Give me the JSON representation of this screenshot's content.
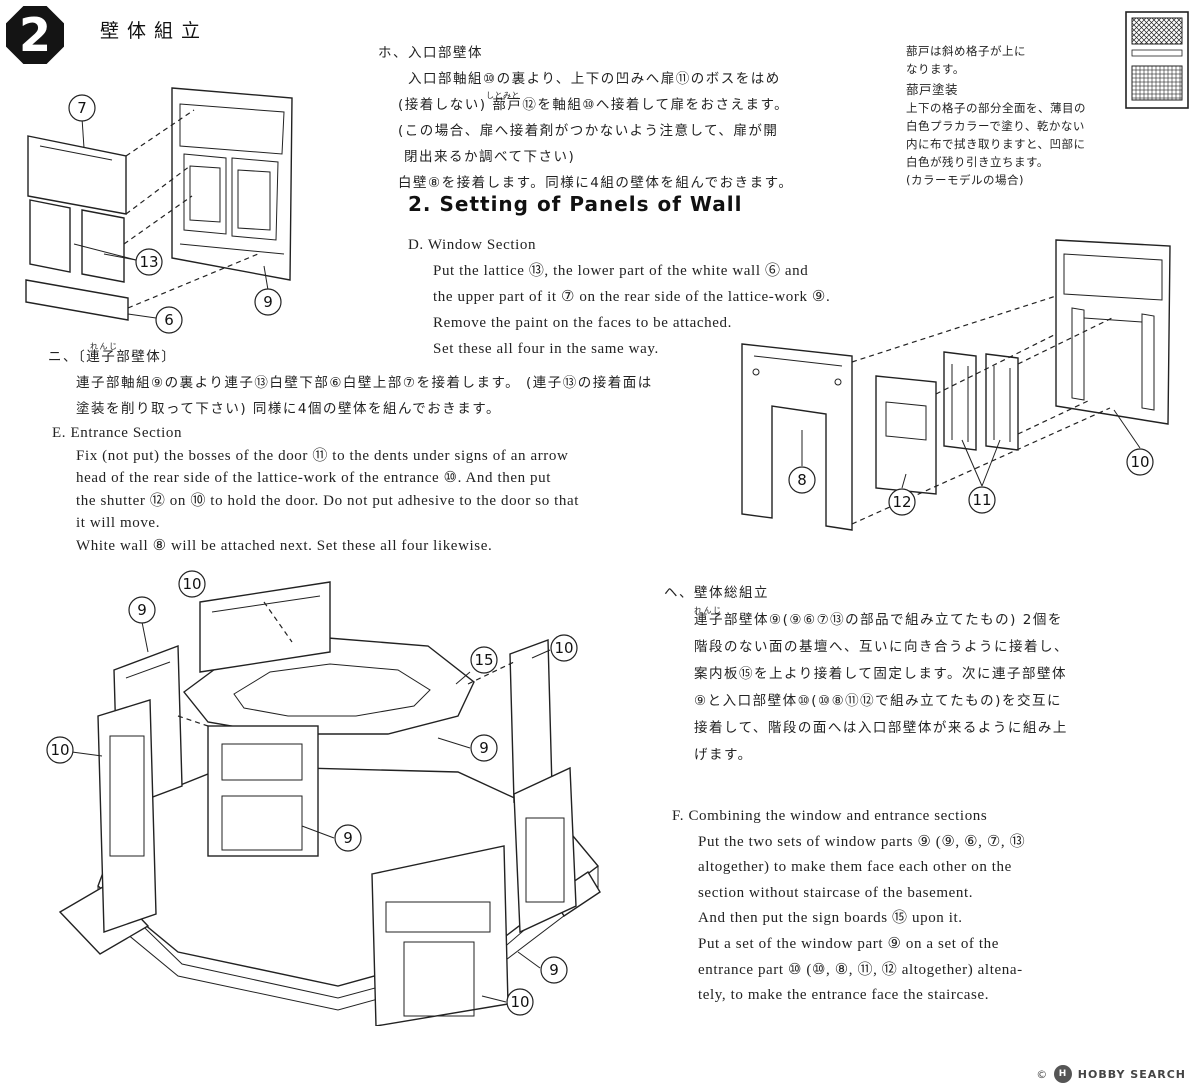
{
  "header": {
    "step_number": "2",
    "title_jp": "壁体組立"
  },
  "entrance_jp": {
    "heading": "ホ、入口部壁体",
    "lines": [
      "入口部軸組⑩の裏より、上下の凹みへ扉⑪のボスをはめ",
      "(接着しない) 蔀戸⑫を軸組⑩へ接着して扉をおさえます。",
      "(この場合、扉へ接着剤がつかないよう注意して、扉が開",
      "閉出来るか調べて下さい)",
      "白壁⑧を接着します。同様に4組の壁体を組んでおきます。"
    ],
    "ruby": "しとみと"
  },
  "note_box": {
    "lines": [
      "蔀戸は斜め格子が上に",
      "なります。",
      "蔀戸塗装",
      "上下の格子の部分全面を、薄目の",
      "白色プラカラーで塗り、乾かない",
      "内に布で拭き取りますと、凹部に",
      "白色が残り引き立ちます。",
      "(カラーモデルの場合)"
    ]
  },
  "section_heading_en": "2. Setting of Panels of Wall",
  "window_en": {
    "heading": "D. Window Section",
    "lines": [
      "Put the lattice ⑬, the lower part of the white wall ⑥ and",
      "the upper part of it ⑦ on the rear side of the lattice-work ⑨.",
      "Remove the paint on the faces to be attached.",
      "Set these all four in the same way."
    ]
  },
  "window_jp": {
    "heading": "ニ、〔連子部壁体〕",
    "ruby": "れんじ",
    "lines": [
      "連子部軸組⑨の裏より連子⑬白壁下部⑥白壁上部⑦を接着します。 (連子⑬の接着面は",
      "塗装を削り取って下さい) 同様に4個の壁体を組んでおきます。"
    ]
  },
  "entrance_en": {
    "heading": "E. Entrance Section",
    "lines": [
      "Fix (not put) the bosses of the door ⑪ to the dents under signs of an arrow",
      "head of the rear side of the lattice-work of the entrance ⑩.   And then put",
      "the shutter ⑫ on ⑩ to hold the door. Do not put adhesive to the door so that",
      "it will move.",
      "White wall ⑧ will be attached next. Set these all four likewise."
    ]
  },
  "combine_jp": {
    "heading": "ヘ、壁体総組立",
    "ruby": "れんじ",
    "lines": [
      "連子部壁体⑨(⑨⑥⑦⑬の部品で組み立てたもの) 2個を",
      "階段のない面の基壇へ、互いに向き合うように接着し、",
      "案内板⑮を上より接着して固定します。次に連子部壁体",
      "⑨と入口部壁体⑩(⑩⑧⑪⑫で組み立てたもの)を交互に",
      "接着して、階段の面へは入口部壁体が来るように組み上",
      "げます。"
    ]
  },
  "combine_en": {
    "heading": "F. Combining the window and entrance sections",
    "lines": [
      "Put the two sets of window parts ⑨ (⑨, ⑥, ⑦, ⑬",
      "altogether) to make them face each other  on  the",
      "section without staircase of the basement.",
      "And then put the sign boards ⑮ upon it.",
      "Put a set of the window part ⑨ on a set  of  the",
      "entrance part   ⑩ (⑩, ⑧, ⑪, ⑫ altogether) altena-",
      "tely, to make the entrance face the staircase."
    ]
  },
  "callouts": {
    "fig1": [
      "7",
      "13",
      "6",
      "9"
    ],
    "fig2": [
      "8",
      "12",
      "11",
      "10"
    ],
    "fig3": [
      "10",
      "9",
      "15",
      "10",
      "10",
      "9",
      "9",
      "9",
      "10"
    ]
  },
  "watermark": {
    "text": "HOBBY SEARCH",
    "mark": "©"
  }
}
